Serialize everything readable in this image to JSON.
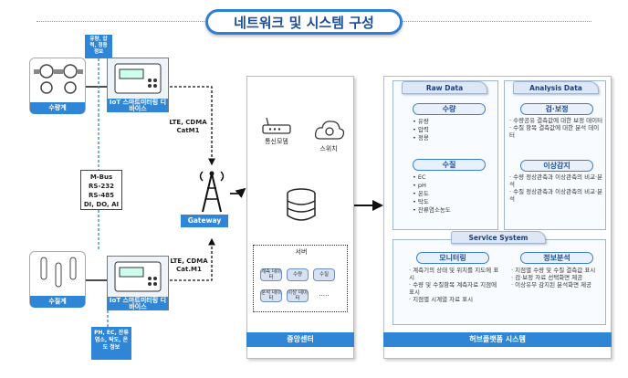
{
  "title": "네트워크 및 시스템 구성",
  "left": {
    "meter_label": "수량계",
    "quality_label": "수질계",
    "flow_info": "유량, 압력, 정용 정보",
    "quality_info": "PH, EC, 잔류염소, 탁도, 온도 정보",
    "device_label_top": "IoT 스마트미터링 디바이스",
    "device_label_bottom": "IoT 스마트미터링 디바이스",
    "protocols": [
      "M-Bus",
      "RS-232",
      "RS-485",
      "DI, DO, AI"
    ],
    "lte_top": "LTE, CDMA CatM1",
    "lte_bottom": "LTE, CDMA Cat.M1",
    "gateway": "Gateway"
  },
  "center": {
    "modem": "통신모뎀",
    "switch": "스위치",
    "server": "서버",
    "db_items": [
      "계측 데이터",
      "수량",
      "수질",
      "분석 데이터",
      "이상 데이터",
      "....."
    ],
    "footer": "중앙센터"
  },
  "right": {
    "raw_tab": "Raw Data",
    "analysis_tab": "Analysis Data",
    "quantity_head": "수량",
    "quantity_items": [
      "유량",
      "압력",
      "정용"
    ],
    "quality_head": "수질",
    "quality_items": [
      "EC",
      "pH",
      "온도",
      "탁도",
      "잔류염소농도"
    ],
    "check_head": "검·보정",
    "check_items": [
      "수량공유 결측값에 대한 보정 데이터",
      "수질 항목 결측값에 대한 분석 데이터"
    ],
    "anomaly_head": "이상감지",
    "anomaly_items": [
      "수량 정상관측과 이상관측의 비교·분석",
      "수질 정상관측과 이상관측의 비교·분석"
    ],
    "service_tab": "Service System",
    "monitor_head": "모니터링",
    "monitor_items": [
      "계측기의 상태 및 위치를 지도에 표시",
      "수량 및 수질항목 계측자료 지점에 표시",
      "지점별 시계열 자료 표시"
    ],
    "analysis_head": "정보분석",
    "analysis_items": [
      "지점별 수량 및 수질 결측값 표시",
      "검·보정 자료 선택화면 제공",
      "이상유무 감지된 분석화면 제공"
    ],
    "footer": "허브플랫폼 시스템"
  }
}
